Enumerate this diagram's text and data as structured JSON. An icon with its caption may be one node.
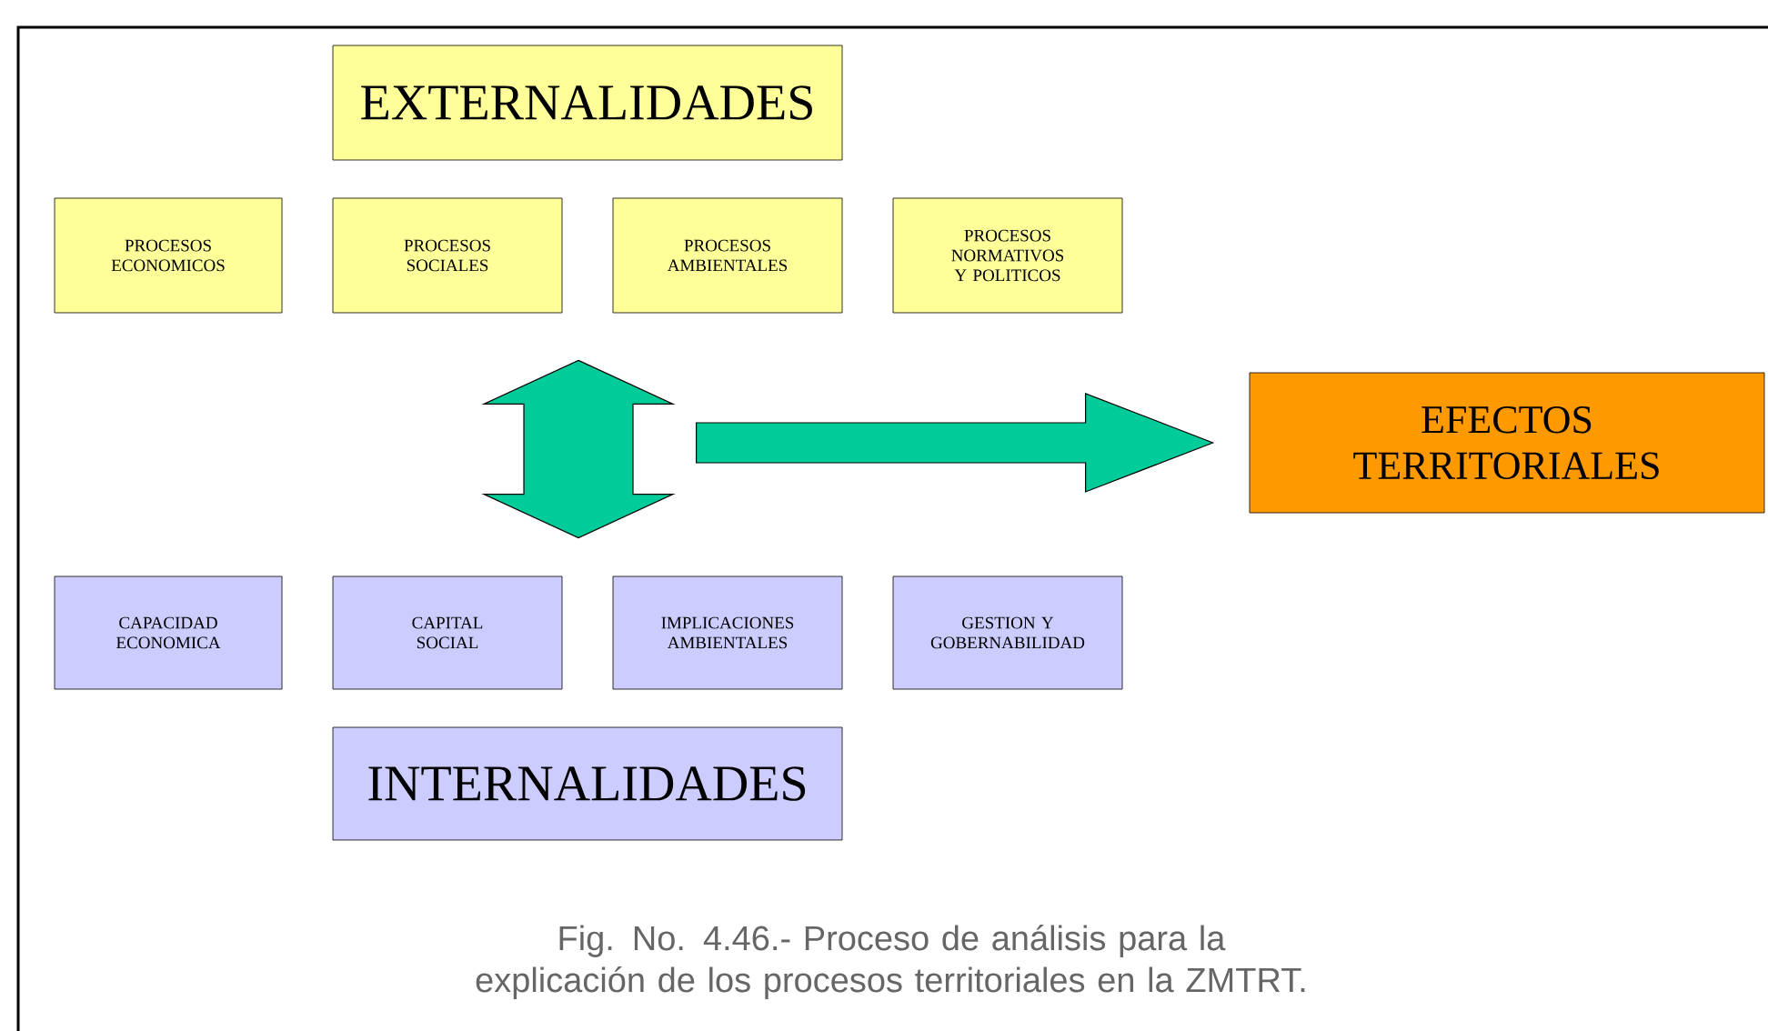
{
  "diagram": {
    "caption": "Fig. No. 4.46.- Proceso de análisis para la explicación de los procesos territoriales en la ZMTRT.",
    "nodes": [
      {
        "text": [
          "EXTERNALIDADES"
        ]
      },
      {
        "text": [
          "PROCESOS ECONOMICOS"
        ]
      },
      {
        "text": [
          "PROCESOS SOCIALES"
        ]
      },
      {
        "text": [
          "PROCESOS AMBIENTALES"
        ]
      },
      {
        "text": [
          "PROCESOS NORMATIVOS Y POLITICOS"
        ]
      },
      {
        "text": [
          "EFECTOS TERRITORIALES"
        ]
      },
      {
        "text": [
          "CAPACIDAD ECONOMICA"
        ]
      },
      {
        "text": [
          "CAPITAL SOCIAL"
        ]
      },
      {
        "text": [
          "IMPLICACIONES AMBIENTALES"
        ]
      },
      {
        "text": [
          "GESTION Y GOBERNABILIDAD"
        ]
      },
      {
        "text": [
          "INTERNALIDADES"
        ]
      }
    ],
    "edges": [
      {
        "from": 2,
        "to": 7,
        "arrow": "both"
      },
      {
        "from": null,
        "to": 5,
        "arrow": "to"
      }
    ]
  }
}
